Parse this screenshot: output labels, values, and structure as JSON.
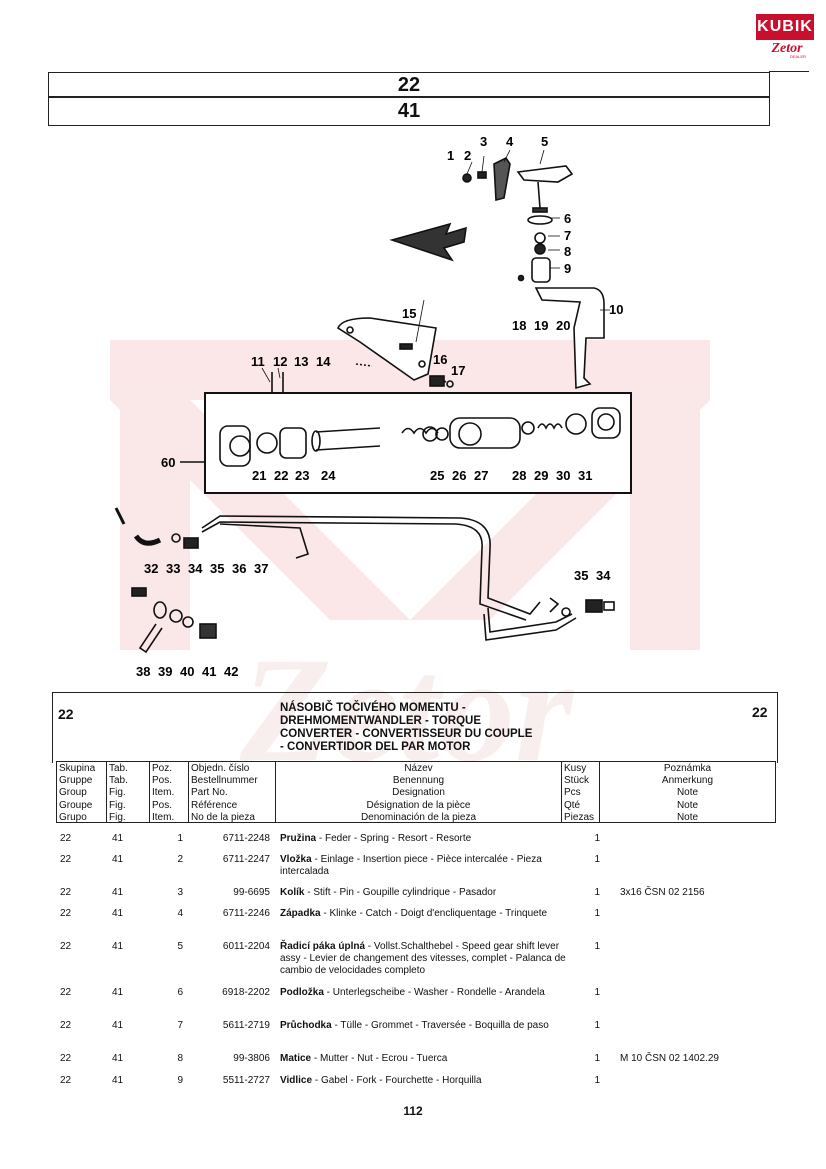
{
  "logo": {
    "top": "KUBIK",
    "bottom": "Zetor",
    "sub": "DEALER"
  },
  "header": {
    "group": "22",
    "table": "41"
  },
  "diagram": {
    "labels": [
      "1",
      "2",
      "3",
      "4",
      "5",
      "6",
      "7",
      "8",
      "9",
      "10",
      "18",
      "19",
      "20",
      "15",
      "11",
      "12",
      "13",
      "14",
      "16",
      "17",
      "60",
      "21",
      "22",
      "23",
      "24",
      "25",
      "26",
      "27",
      "28",
      "29",
      "30",
      "31",
      "32",
      "33",
      "34",
      "35",
      "36",
      "37",
      "35",
      "34",
      "38",
      "39",
      "40",
      "41",
      "42"
    ]
  },
  "title": {
    "group_left": "22",
    "group_right": "22",
    "lines": [
      "NÁSOBIČ TOČIVÉHO MOMENTU -",
      "DREHMOMENTWANDLER - TORQUE",
      "CONVERTER - CONVERTISSEUR DU COUPLE",
      "- CONVERTIDOR DEL PAR MOTOR"
    ]
  },
  "table_header": {
    "group": [
      "Skupina",
      "Gruppe",
      "Group",
      "Groupe",
      "Grupo"
    ],
    "tab": [
      "Tab.",
      "Tab.",
      "Fig.",
      "Fig.",
      "Fig."
    ],
    "pos": [
      "Poz.",
      "Pos.",
      "Item.",
      "Pos.",
      "Item."
    ],
    "part": [
      "Objedn. číslo",
      "Bestellnummer",
      "Part No.",
      "Référence",
      "No de la pieza"
    ],
    "name": [
      "Název",
      "Benennung",
      "Designation",
      "Désignation de la pièce",
      "Denominación de la pieza"
    ],
    "qty": [
      "Kusy",
      "Stück",
      "Pcs",
      "Qté",
      "Piezas"
    ],
    "note": [
      "Poznámka",
      "Anmerkung",
      "Note",
      "Note",
      "Note"
    ]
  },
  "rows": [
    {
      "group": "22",
      "tab": "41",
      "pos": "1",
      "part": "6711-2248",
      "name_b": "Pružina",
      "name": " - Feder - Spring - Resort - Resorte",
      "qty": "1",
      "note": ""
    },
    {
      "group": "22",
      "tab": "41",
      "pos": "2",
      "part": "6711-2247",
      "name_b": "Vložka",
      "name": " - Einlage - Insertion piece - Pièce intercalée - Pieza intercalada",
      "qty": "1",
      "note": ""
    },
    {
      "group": "22",
      "tab": "41",
      "pos": "3",
      "part": "99-6695",
      "name_b": "Kolík",
      "name": " - Stift - Pin - Goupille cylindrique - Pasador",
      "qty": "1",
      "note": "3x16 ČSN 02 2156"
    },
    {
      "group": "22",
      "tab": "41",
      "pos": "4",
      "part": "6711-2246",
      "name_b": "Západka",
      "name": " - Klinke - Catch - Doigt d'encliquentage - Trinquete",
      "qty": "1",
      "note": ""
    },
    {
      "group": "22",
      "tab": "41",
      "pos": "5",
      "part": "6011-2204",
      "name_b": "Řadicí páka úplná",
      "name": " - Vollst.Schalthebel - Speed gear shift lever assy - Levier de changement des vitesses, complet - Palanca de cambio de velocidades completo",
      "qty": "1",
      "note": ""
    },
    {
      "group": "22",
      "tab": "41",
      "pos": "6",
      "part": "6918-2202",
      "name_b": "Podložka",
      "name": " - Unterlegscheibe - Washer - Rondelle - Arandela",
      "qty": "1",
      "note": ""
    },
    {
      "group": "22",
      "tab": "41",
      "pos": "7",
      "part": "5611-2719",
      "name_b": "Průchodka",
      "name": " - Tülle - Grommet - Traversée - Boquilla de paso",
      "qty": "1",
      "note": ""
    },
    {
      "group": "22",
      "tab": "41",
      "pos": "8",
      "part": "99-3806",
      "name_b": "Matice",
      "name": " - Mutter - Nut - Ecrou - Tuerca",
      "qty": "1",
      "note": "M 10 ČSN 02 1402.29"
    },
    {
      "group": "22",
      "tab": "41",
      "pos": "9",
      "part": "5511-2727",
      "name_b": "Vidlice",
      "name": " - Gabel - Fork - Fourchette - Horquilla",
      "qty": "1",
      "note": ""
    }
  ],
  "page_number": "112"
}
